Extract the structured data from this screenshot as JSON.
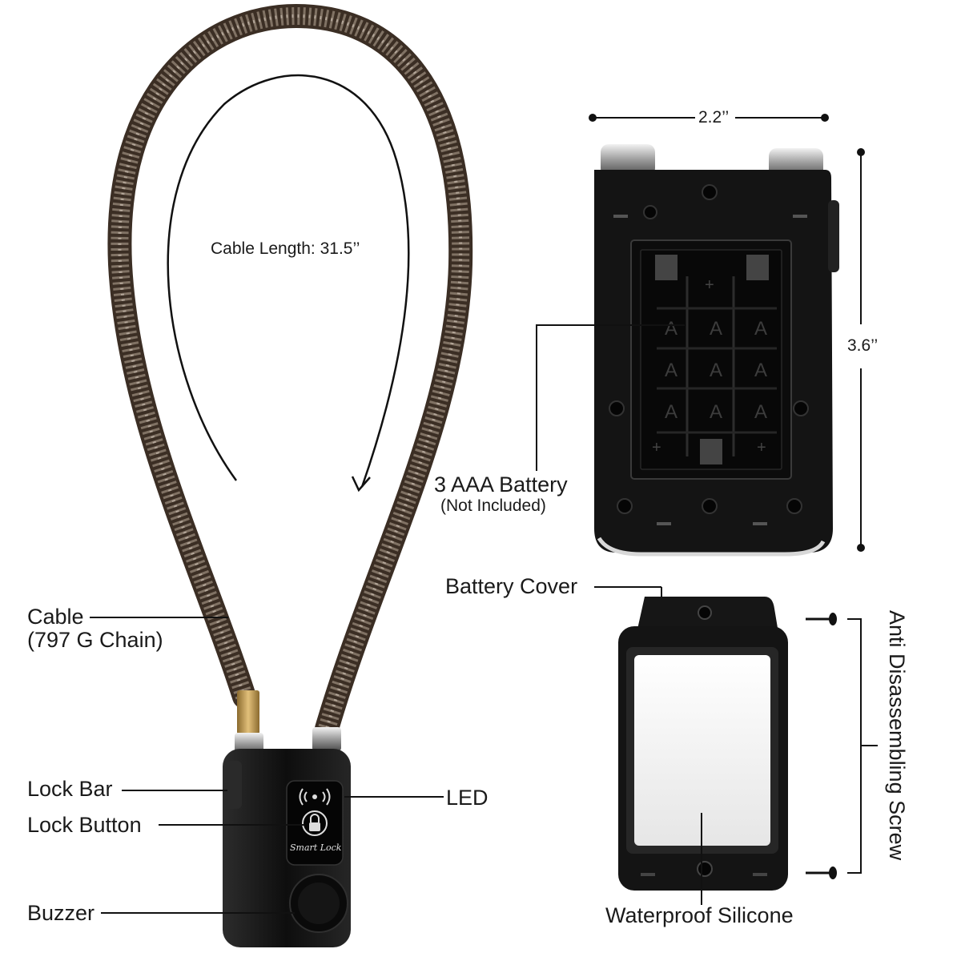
{
  "labels": {
    "cable_length": "Cable Length: 31.5’’",
    "width_dim": "2.2’’",
    "height_dim": "3.6’’",
    "battery": "3 AAA Battery",
    "battery_note": "(Not Included)",
    "battery_cover": "Battery Cover",
    "cable": "Cable",
    "cable_note": "(797 G Chain)",
    "lock_bar": "Lock Bar",
    "lock_button": "Lock Button",
    "led": "LED",
    "buzzer": "Buzzer",
    "anti_screw": "Anti Disassembling Screw",
    "waterproof": "Waterproof Silicone"
  },
  "device": {
    "brand_text": "Smart Lock",
    "battery_cell_marks": [
      "A",
      "A",
      "A"
    ]
  },
  "colors": {
    "cable": "#4a3b30",
    "cable_highlight": "#a89a8c",
    "body": "#151515",
    "brass": "#c9a35a",
    "silicone": "#f4f4f4",
    "line": "#111111"
  }
}
